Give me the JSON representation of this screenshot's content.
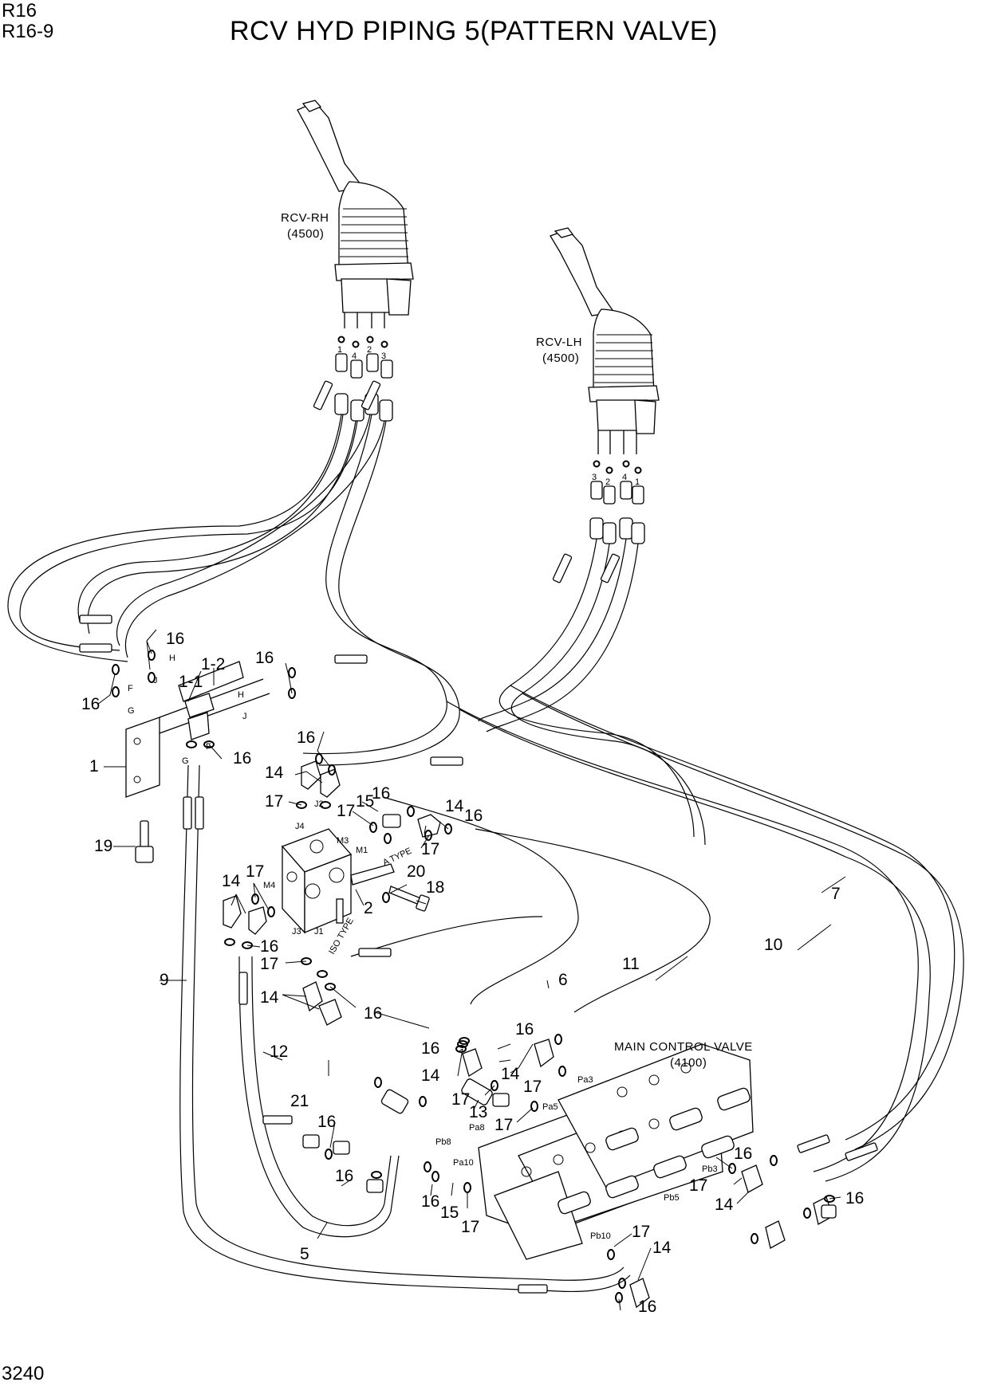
{
  "header": {
    "model": "R16",
    "sheet": "R16-9",
    "title": "RCV HYD PIPING 5(PATTERN VALVE)",
    "page_number": "3240"
  },
  "components": {
    "rcv_rh": {
      "name": "RCV-RH",
      "code": "(4500)"
    },
    "rcv_lh": {
      "name": "RCV-LH",
      "code": "(4500)"
    },
    "mcv": {
      "name": "MAIN CONTROL VALVE",
      "code": "(4100)"
    },
    "a_type": "A TYPE",
    "iso_type": "ISO TYPE"
  },
  "callouts": {
    "c1": "1",
    "c1_1": "1-1",
    "c1_2": "1-2",
    "c2": "2",
    "c5": "5",
    "c6": "6",
    "c7": "7",
    "c9": "9",
    "c10": "10",
    "c11": "11",
    "c12": "12",
    "c13": "13",
    "c14": "14",
    "c15": "15",
    "c16": "16",
    "c17": "17",
    "c18": "18",
    "c19": "19",
    "c20": "20",
    "c21": "21"
  },
  "ports": {
    "p1": "1",
    "p2": "2",
    "p3": "3",
    "p4": "4",
    "F": "F",
    "G": "G",
    "H": "H",
    "J": "J",
    "J1": "J1",
    "J2": "J2",
    "J3": "J3",
    "J4": "J4",
    "M1": "M1",
    "M3": "M3",
    "M4": "M4",
    "Pa3": "Pa3",
    "Pa5": "Pa5",
    "Pa8": "Pa8",
    "Pa10": "Pa10",
    "Pb3": "Pb3",
    "Pb5": "Pb5",
    "Pb8": "Pb8",
    "Pb10": "Pb10"
  }
}
